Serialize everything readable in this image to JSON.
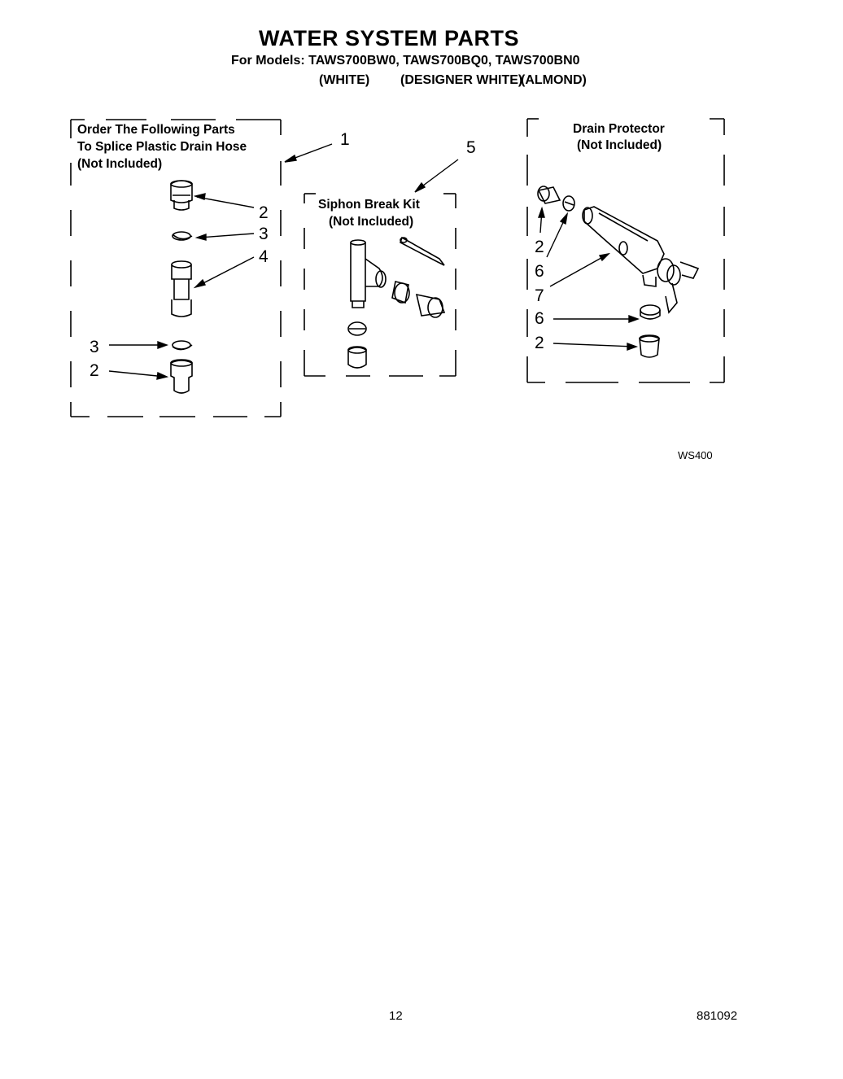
{
  "header": {
    "title": "WATER SYSTEM PARTS",
    "models": "For Models: TAWS700BW0, TAWS700BQ0, TAWS700BN0",
    "colors": [
      "(WHITE)",
      "(DESIGNER WHITE)",
      "(ALMOND)"
    ]
  },
  "boxes": {
    "splice": [
      "Order The Following Parts",
      "To Splice Plastic Drain Hose",
      "(Not Included)"
    ],
    "siphon": [
      "Siphon Break Kit",
      "(Not Included)"
    ],
    "drain": [
      "Drain Protector",
      "(Not Included)"
    ]
  },
  "callouts": {
    "c1": "1",
    "c5": "5",
    "left_2a": "2",
    "left_3a": "3",
    "left_4": "4",
    "left_3b": "3",
    "left_2b": "2",
    "right_2a": "2",
    "right_6a": "6",
    "right_7": "7",
    "right_6b": "6",
    "right_2b": "2"
  },
  "footer": {
    "figure_code": "WS400",
    "page_number": "12",
    "doc_number": "881092"
  }
}
